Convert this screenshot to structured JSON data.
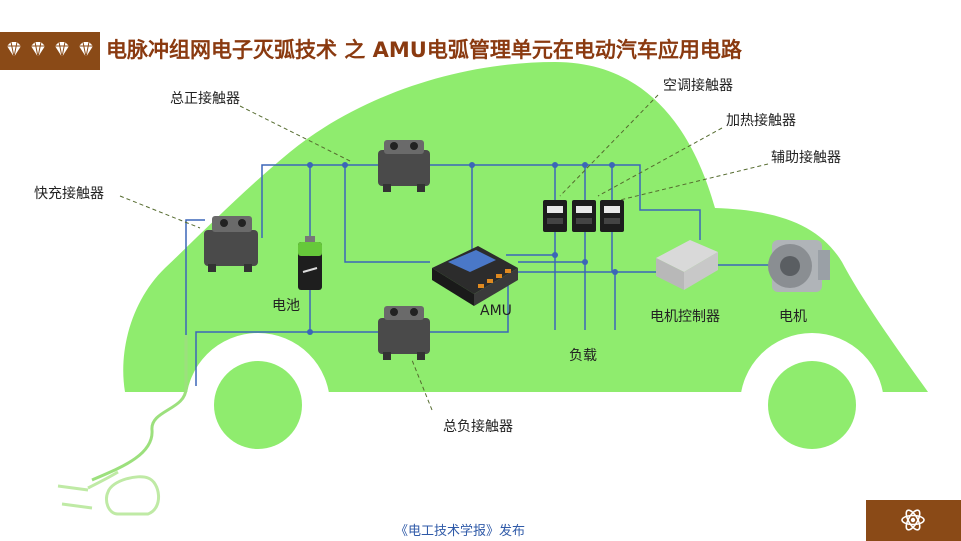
{
  "header": {
    "title": "电脉冲组网电子灭弧技术 之 AMU电弧管理单元在电动汽车应用电路",
    "icons": [
      "diamond-icon",
      "diamond-icon",
      "diamond-icon",
      "diamond-icon"
    ]
  },
  "labels": {
    "main_positive_contactor": "总正接触器",
    "fast_charge_contactor": "快充接触器",
    "battery": "电池",
    "amu": "AMU",
    "main_negative_contactor": "总负接触器",
    "ac_contactor": "空调接触器",
    "heating_contactor": "加热接触器",
    "auxiliary_contactor": "辅助接触器",
    "load": "负载",
    "motor_controller": "电机控制器",
    "motor": "电机"
  },
  "footer": {
    "source": "《电工技术学报》发布"
  },
  "colors": {
    "car_body": "#8fec6e",
    "wire": "#3c66b8",
    "title": "#8a3a10",
    "title_bar": "#8a4a17"
  }
}
